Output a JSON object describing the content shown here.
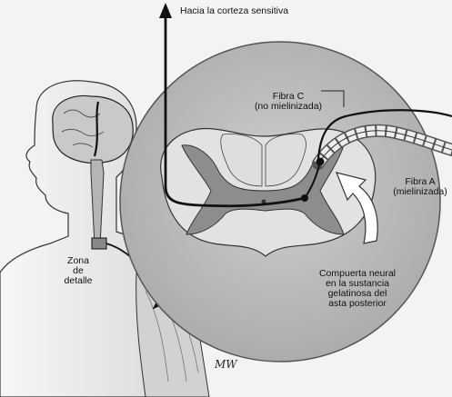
{
  "labels": {
    "cortex": "Hacia la corteza sensitiva",
    "fiber_c": "Fibra C\n(no mielinizada)",
    "fiber_a": "Fibra A\n(mielinizada)",
    "gate": "Compuerta neural\nen la sustancia\ngelatinosa del\nasta posterior",
    "zone": "Zona\nde\ndetalle",
    "signature": "MW"
  },
  "colors": {
    "background": "#f3f3f1",
    "circle_fill": "#b9b9b9",
    "gray_matter": "#8a8a8a",
    "white_matter": "#e4e4e2",
    "nerve_line": "#111111",
    "arrow_fill": "#ffffff"
  }
}
